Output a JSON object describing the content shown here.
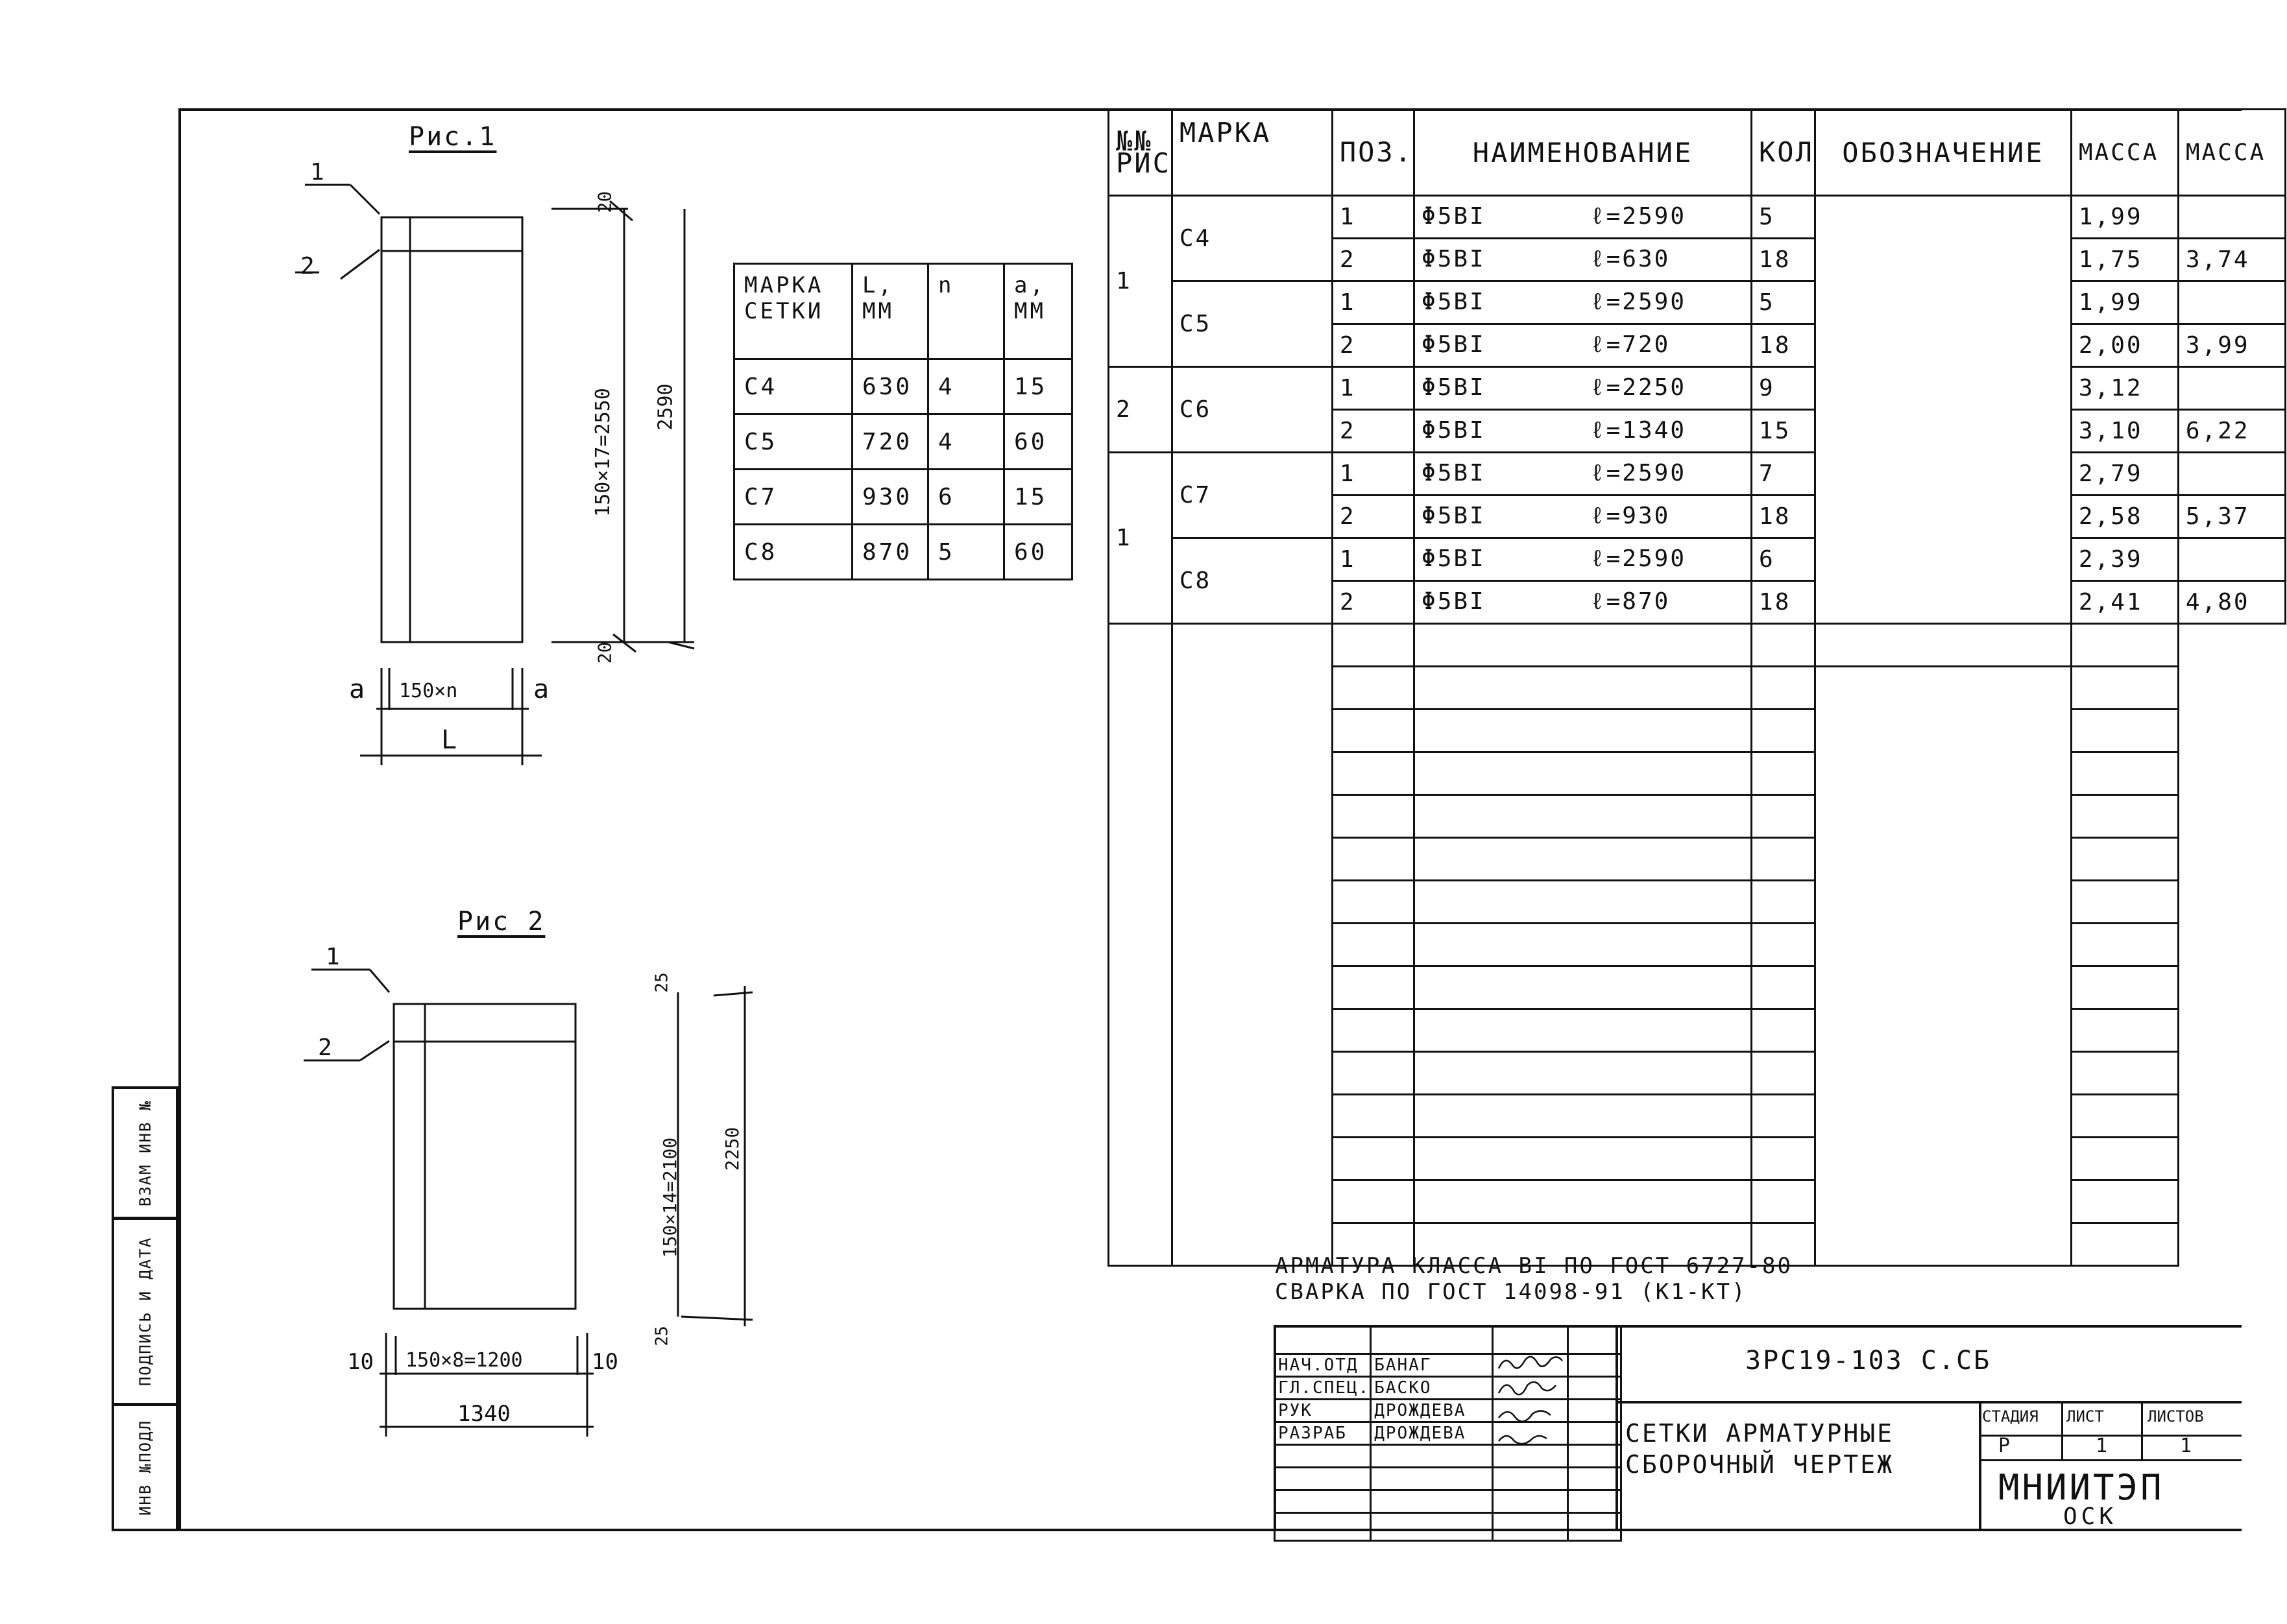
{
  "fig1": {
    "title": "Рис.1",
    "label1": "1",
    "label2": "2",
    "dim_top": "20",
    "dim_bottom": "20",
    "dim_span": "150×17=2550",
    "dim_total": "2590",
    "dim_a_left": "a",
    "dim_a_right": "a",
    "dim_n": "150×n",
    "dim_L": "L"
  },
  "fig2": {
    "title": "Рис 2",
    "label1": "1",
    "label2": "2",
    "dim_top": "25",
    "dim_bottom": "25",
    "dim_span": "150×14=2100",
    "dim_total": "2250",
    "dim_left": "10",
    "dim_right": "10",
    "dim_n": "150×8=1200",
    "dim_total_w": "1340"
  },
  "small_table": {
    "headers": [
      "МАРКА СЕТКИ",
      "L, ММ",
      "n",
      "a, ММ"
    ],
    "rows": [
      [
        "С4",
        "630",
        "4",
        "15"
      ],
      [
        "С5",
        "720",
        "4",
        "60"
      ],
      [
        "С7",
        "930",
        "6",
        "15"
      ],
      [
        "С8",
        "870",
        "5",
        "60"
      ]
    ]
  },
  "spec": {
    "headers": {
      "fig_no": "№№ РИС",
      "mark": "МАРКА",
      "pos": "ПОЗ.",
      "name": "НАИМЕНОВАНИЕ",
      "qty": "КОЛ",
      "designation": "ОБОЗНАЧЕНИЕ",
      "mass1": "МАССА",
      "mass2": "МАССА"
    },
    "rows": [
      {
        "fig": "1",
        "mark": "С4",
        "pos": "1",
        "dia": "Φ5ВI",
        "len": "ℓ=2590",
        "qty": "5",
        "mass": "1,99",
        "total": ""
      },
      {
        "fig": "",
        "mark": "",
        "pos": "2",
        "dia": "Φ5ВI",
        "len": "ℓ=630",
        "qty": "18",
        "mass": "1,75",
        "total": "3,74"
      },
      {
        "fig": "",
        "mark": "С5",
        "pos": "1",
        "dia": "Φ5ВI",
        "len": "ℓ=2590",
        "qty": "5",
        "mass": "1,99",
        "total": ""
      },
      {
        "fig": "",
        "mark": "",
        "pos": "2",
        "dia": "Φ5ВI",
        "len": "ℓ=720",
        "qty": "18",
        "mass": "2,00",
        "total": "3,99"
      },
      {
        "fig": "2",
        "mark": "С6",
        "pos": "1",
        "dia": "Φ5ВI",
        "len": "ℓ=2250",
        "qty": "9",
        "mass": "3,12",
        "total": ""
      },
      {
        "fig": "",
        "mark": "",
        "pos": "2",
        "dia": "Φ5ВI",
        "len": "ℓ=1340",
        "qty": "15",
        "mass": "3,10",
        "total": "6,22"
      },
      {
        "fig": "1",
        "mark": "С7",
        "pos": "1",
        "dia": "Φ5ВI",
        "len": "ℓ=2590",
        "qty": "7",
        "mass": "2,79",
        "total": ""
      },
      {
        "fig": "",
        "mark": "",
        "pos": "2",
        "dia": "Φ5ВI",
        "len": "ℓ=930",
        "qty": "18",
        "mass": "2,58",
        "total": "5,37"
      },
      {
        "fig": "",
        "mark": "С8",
        "pos": "1",
        "dia": "Φ5ВI",
        "len": "ℓ=2590",
        "qty": "6",
        "mass": "2,39",
        "total": ""
      },
      {
        "fig": "",
        "mark": "",
        "pos": "2",
        "dia": "Φ5ВI",
        "len": "ℓ=870",
        "qty": "18",
        "mass": "2,41",
        "total": "4,80"
      }
    ]
  },
  "notes": {
    "line1": "АРМАТУРА КЛАССА ВI ПО ГОСТ 6727-80",
    "line2": "СВАРКА ПО ГОСТ 14098-91 (К1-КТ)"
  },
  "title_block": {
    "doc_code": "3РС19-103   С.СБ",
    "title_line1": "СЕТКИ АРМАТУРНЫЕ",
    "title_line2": "СБОРОЧНЫЙ ЧЕРТЕЖ",
    "stage_label": "СТАДИЯ",
    "sheet_label": "ЛИСТ",
    "sheets_label": "ЛИСТОВ",
    "stage": "Р",
    "sheet": "1",
    "sheets": "1",
    "org": "МНИИТЭП",
    "dept": "ОСК",
    "roles": [
      {
        "role": "НАЧ.ОТД",
        "name": "БАНАГ"
      },
      {
        "role": "ГЛ.СПЕЦ.",
        "name": "БАСКО"
      },
      {
        "role": "РУК",
        "name": "ДРОЖДЕВА"
      },
      {
        "role": "РАЗРАБ",
        "name": "ДРОЖДЕВА"
      }
    ]
  },
  "side_stamps": {
    "inv_podl": "ИНВ №ПОДЛ",
    "sign_date": "ПОДПИСЬ И ДАТА",
    "vzam_inv": "ВЗАМ ИНВ №"
  }
}
